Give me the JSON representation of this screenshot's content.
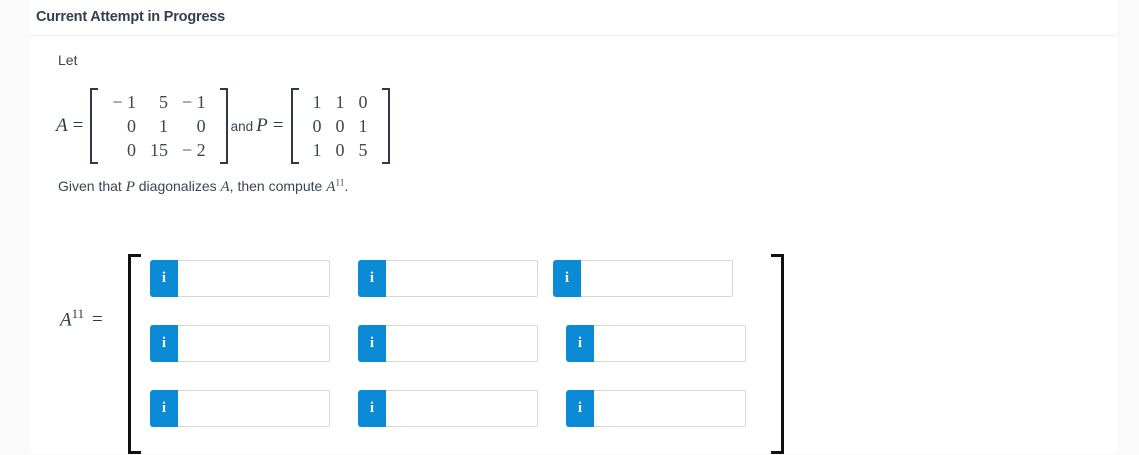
{
  "header": {
    "title": "Current Attempt in Progress"
  },
  "problem": {
    "intro": "Let",
    "matrix_A": {
      "label": "A",
      "equals": "=",
      "rows": [
        [
          "− 1",
          "5",
          "− 1"
        ],
        [
          "0",
          "1",
          "0"
        ],
        [
          "0",
          "15",
          "− 2"
        ]
      ]
    },
    "conjunction": "and",
    "matrix_P": {
      "label": "P",
      "equals": "=",
      "rows": [
        [
          "1",
          "1",
          "0"
        ],
        [
          "0",
          "0",
          "1"
        ],
        [
          "1",
          "0",
          "5"
        ]
      ]
    },
    "question_parts": {
      "given_that": "Given that ",
      "var_p": "P",
      "diagonalizes": " diagonalizes ",
      "var_a": "A",
      "then_compute": ", then compute ",
      "var_answer": "A",
      "exponent": "11",
      "period": "."
    }
  },
  "answer": {
    "label_base": "A",
    "label_exponent": "11",
    "label_equals": "=",
    "info_icon": "i",
    "cells": [
      {
        "name": "answer-cell-1-1",
        "value": "",
        "placeholder": ""
      },
      {
        "name": "answer-cell-1-2",
        "value": "",
        "placeholder": ""
      },
      {
        "name": "answer-cell-1-3",
        "value": "",
        "placeholder": ""
      },
      {
        "name": "answer-cell-2-1",
        "value": "",
        "placeholder": ""
      },
      {
        "name": "answer-cell-2-2",
        "value": "",
        "placeholder": ""
      },
      {
        "name": "answer-cell-2-3",
        "value": "",
        "placeholder": ""
      },
      {
        "name": "answer-cell-3-1",
        "value": "",
        "placeholder": ""
      },
      {
        "name": "answer-cell-3-2",
        "value": "",
        "placeholder": ""
      },
      {
        "name": "answer-cell-3-3",
        "value": "",
        "placeholder": ""
      }
    ]
  },
  "colors": {
    "accent_blue": "#0b8ad6",
    "title_text": "#32404e",
    "body_text": "#3a4651",
    "page_background": "#fafafa",
    "card_background": "#ffffff",
    "input_border": "#d8d8d8",
    "bracket": "#111111"
  }
}
